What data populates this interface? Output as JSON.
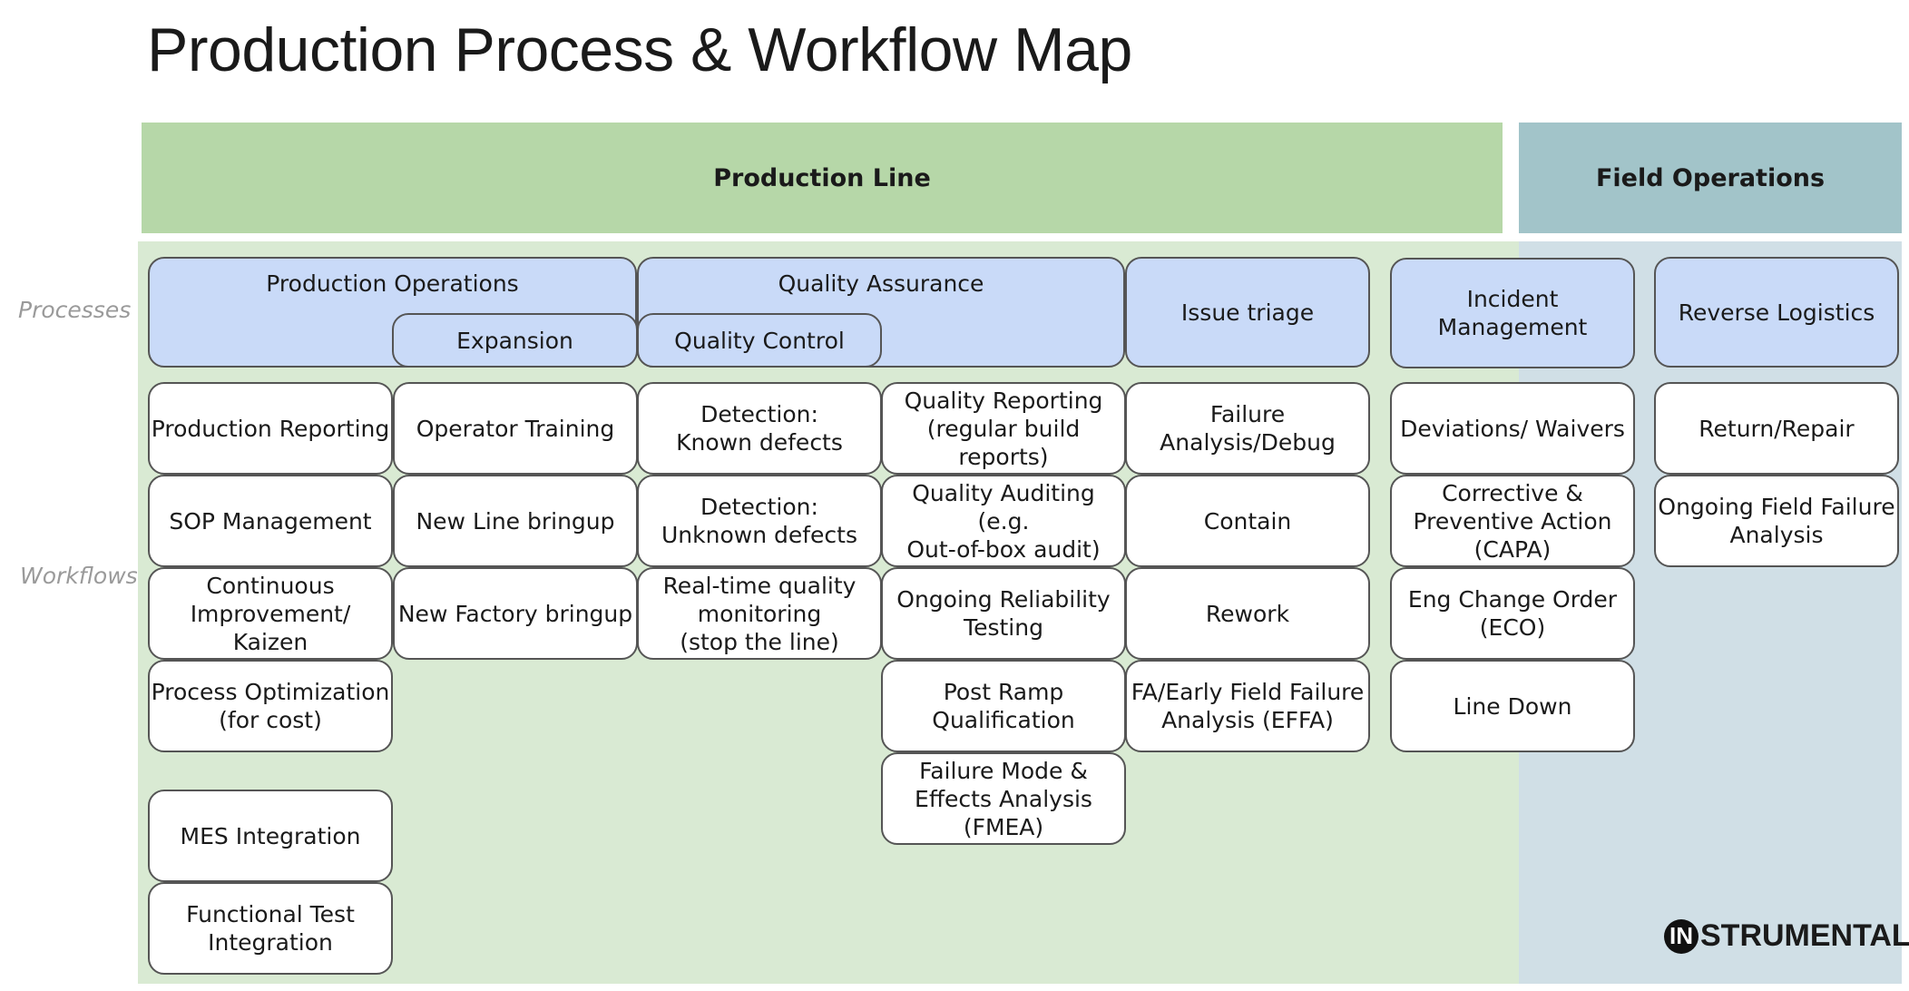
{
  "title": "Production Process & Workflow Map",
  "bands": {
    "production_line": "Production Line",
    "field_operations": "Field Operations"
  },
  "row_labels": {
    "processes": "Processes",
    "workflows": "Workflows"
  },
  "processes": {
    "production_operations": "Production Operations",
    "expansion": "Expansion",
    "quality_assurance": "Quality Assurance",
    "quality_control": "Quality Control",
    "issue_triage": "Issue triage",
    "incident_management": "Incident Management",
    "reverse_logistics": "Reverse Logistics"
  },
  "workflows": {
    "col1": [
      "Production Reporting",
      "SOP Management",
      "Continuous\nImprovement/ Kaizen",
      "Process Optimization\n(for cost)",
      "MES Integration",
      "Functional Test\nIntegration"
    ],
    "col2": [
      "Operator Training",
      "New Line bringup",
      "New Factory bringup"
    ],
    "col3": [
      "Detection:\nKnown defects",
      "Detection:\nUnknown defects",
      "Real-time quality\nmonitoring\n(stop the line)"
    ],
    "col4": [
      "Quality Reporting\n(regular build reports)",
      "Quality Auditing (e.g.\nOut-of-box audit)",
      "Ongoing Reliability\nTesting",
      "Post Ramp\nQualification",
      "Failure Mode &\nEffects Analysis\n(FMEA)"
    ],
    "col5": [
      "Failure\nAnalysis/Debug",
      "Contain",
      "Rework",
      "FA/Early Field Failure\nAnalysis (EFFA)"
    ],
    "col6": [
      "Deviations/ Waivers",
      "Corrective &\nPreventive Action\n(CAPA)",
      "Eng Change Order\n(ECO)",
      "Line Down"
    ],
    "col7": [
      "Return/Repair",
      "Ongoing Field Failure\nAnalysis"
    ]
  },
  "logo": {
    "mark": "IN",
    "text": "STRUMENTAL"
  }
}
